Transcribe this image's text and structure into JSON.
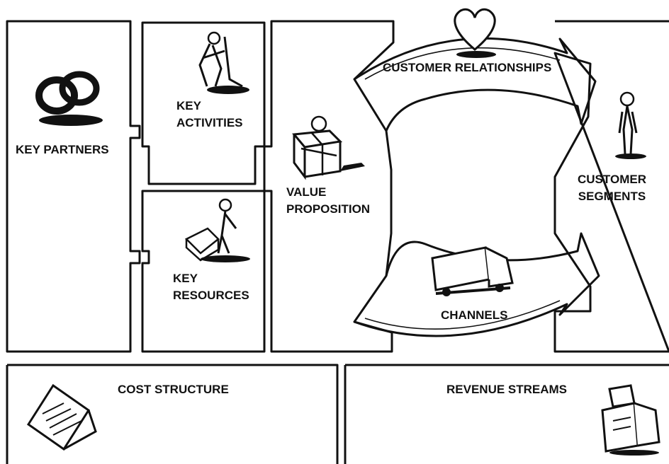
{
  "canvas": {
    "key_partners": {
      "label": "KEY PARTNERS",
      "icon": "linked-rings-icon"
    },
    "key_activities": {
      "line1": "KEY",
      "line2": "ACTIVITIES",
      "icon": "worker-digging-icon"
    },
    "key_resources": {
      "line1": "KEY",
      "line2": "RESOURCES",
      "icon": "person-with-machine-icon"
    },
    "value_proposition": {
      "line1": "VALUE",
      "line2": "PROPOSITION",
      "icon": "gift-box-icon"
    },
    "customer_relationships": {
      "label": "CUSTOMER RELATIONSHIPS",
      "icon": "heart-icon"
    },
    "channels": {
      "label": "CHANNELS",
      "icon": "delivery-truck-icon"
    },
    "customer_segments": {
      "line1": "CUSTOMER",
      "line2": "SEGMENTS",
      "icon": "standing-person-icon"
    },
    "cost_structure": {
      "label": "COST STRUCTURE",
      "icon": "bill-receipt-icon"
    },
    "revenue_streams": {
      "label": "REVENUE STREAMS",
      "icon": "cash-register-icon"
    }
  },
  "colors": {
    "ink": "#111111",
    "background": "#ffffff"
  }
}
